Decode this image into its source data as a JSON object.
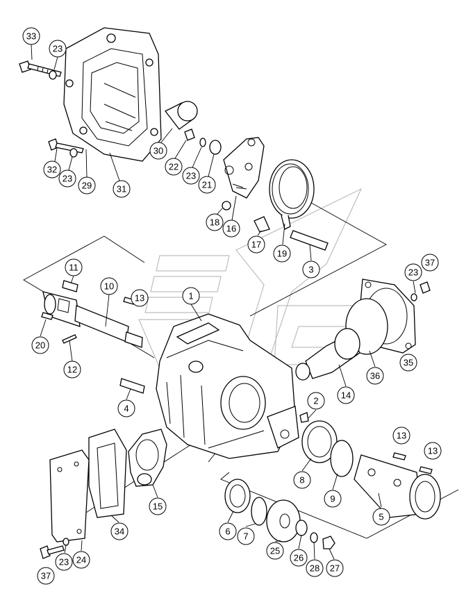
{
  "callouts": [
    {
      "label": "33"
    },
    {
      "label": "23"
    },
    {
      "label": "32"
    },
    {
      "label": "23"
    },
    {
      "label": "29"
    },
    {
      "label": "31"
    },
    {
      "label": "30"
    },
    {
      "label": "22"
    },
    {
      "label": "23"
    },
    {
      "label": "21"
    },
    {
      "label": "18"
    },
    {
      "label": "16"
    },
    {
      "label": "17"
    },
    {
      "label": "19"
    },
    {
      "label": "3"
    },
    {
      "label": "11"
    },
    {
      "label": "10"
    },
    {
      "label": "13"
    },
    {
      "label": "1"
    },
    {
      "label": "20"
    },
    {
      "label": "12"
    },
    {
      "label": "4"
    },
    {
      "label": "23"
    },
    {
      "label": "37"
    },
    {
      "label": "35"
    },
    {
      "label": "36"
    },
    {
      "label": "14"
    },
    {
      "label": "2"
    },
    {
      "label": "8"
    },
    {
      "label": "9"
    },
    {
      "label": "13"
    },
    {
      "label": "13"
    },
    {
      "label": "5"
    },
    {
      "label": "15"
    },
    {
      "label": "34"
    },
    {
      "label": "6"
    },
    {
      "label": "7"
    },
    {
      "label": "25"
    },
    {
      "label": "26"
    },
    {
      "label": "28"
    },
    {
      "label": "27"
    },
    {
      "label": "37"
    },
    {
      "label": "23"
    },
    {
      "label": "24"
    }
  ]
}
